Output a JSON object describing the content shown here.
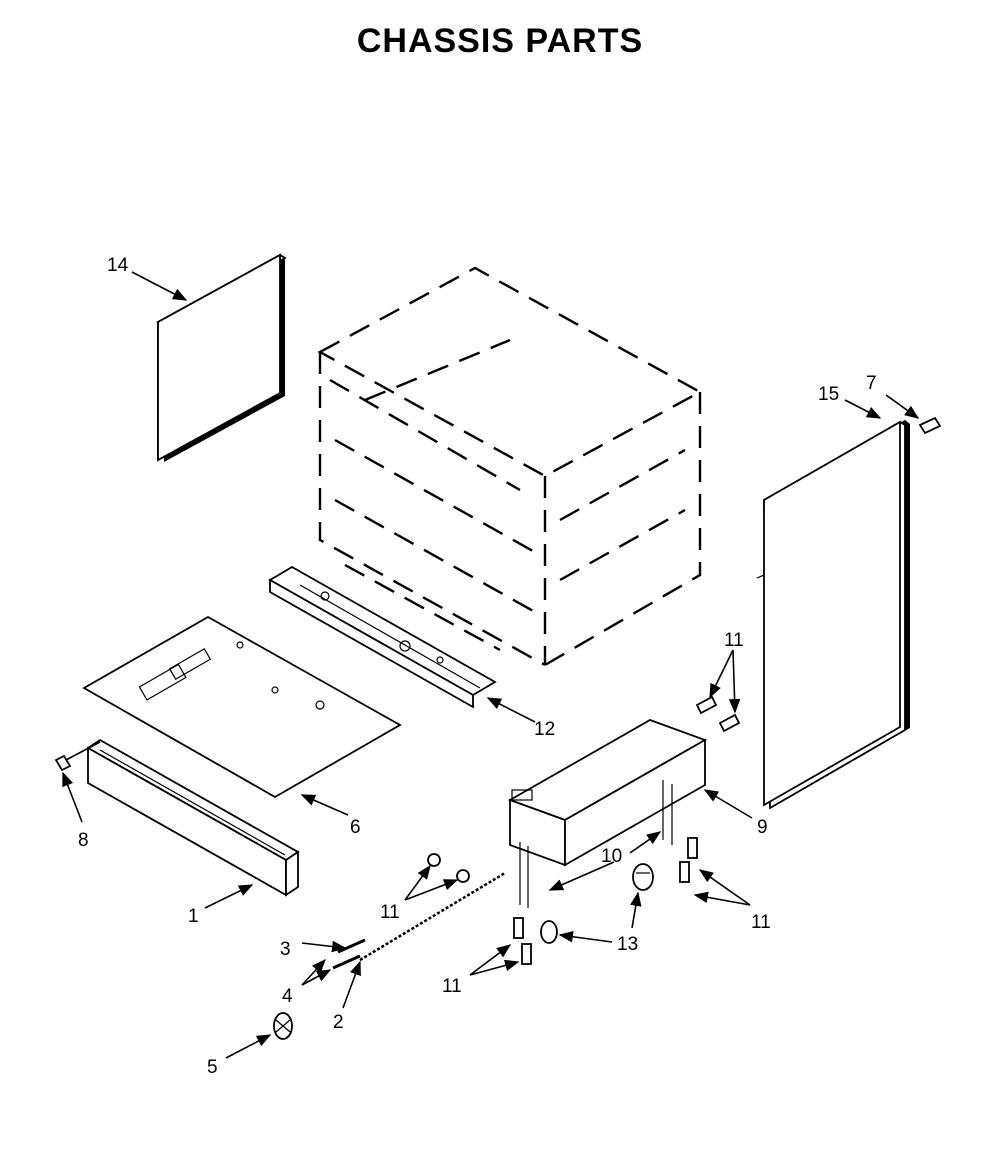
{
  "diagram": {
    "title": "CHASSIS PARTS",
    "callouts": {
      "c1": "1",
      "c2": "2",
      "c3": "3",
      "c4": "4",
      "c5": "5",
      "c6": "6",
      "c7": "7",
      "c8": "8",
      "c9": "9",
      "c10": "10",
      "c11a": "11",
      "c11b": "11",
      "c11c": "11",
      "c11d": "11",
      "c12": "12",
      "c13": "13",
      "c14": "14",
      "c15": "15"
    }
  }
}
